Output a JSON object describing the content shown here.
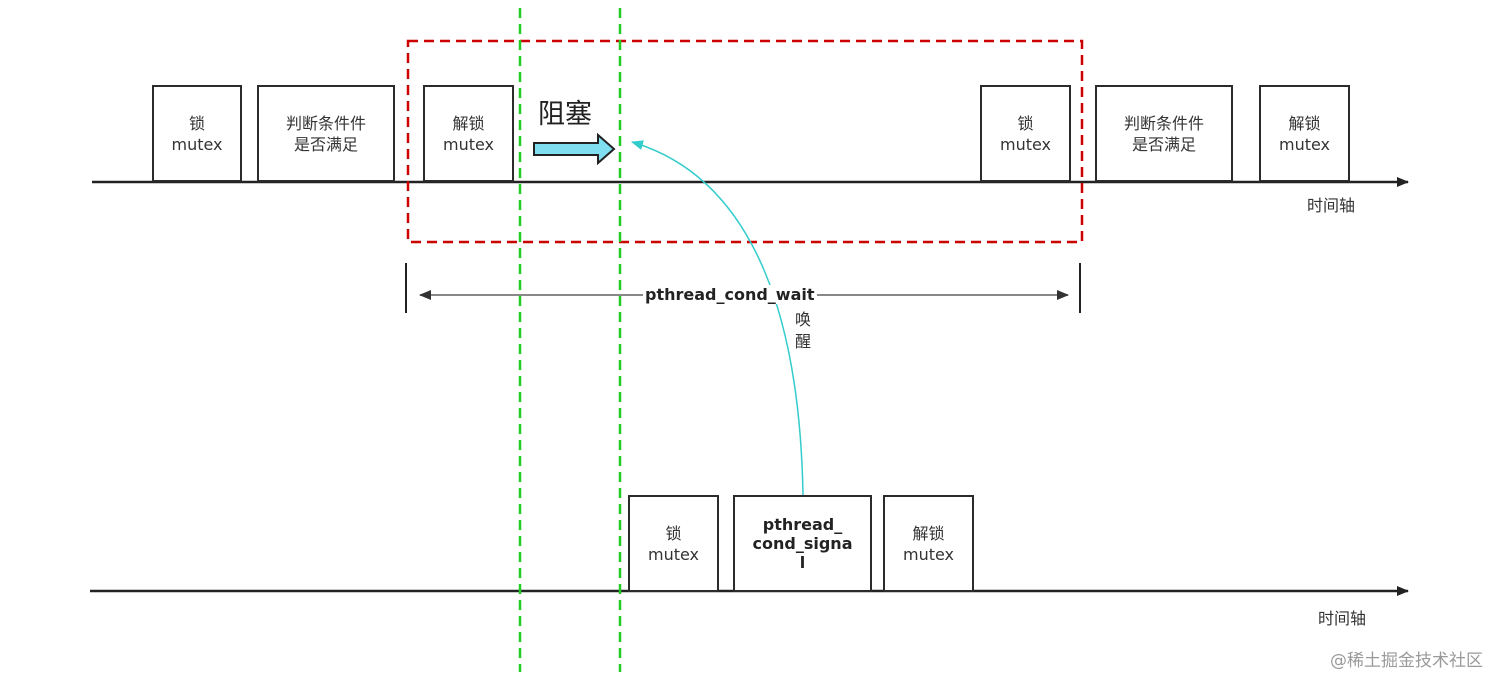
{
  "thread1": {
    "blocks": [
      {
        "line1": "锁",
        "line2": "mutex"
      },
      {
        "line1": "判断条件件",
        "line2": "是否满足"
      },
      {
        "line1": "解锁",
        "line2": "mutex"
      },
      {
        "line1": "锁",
        "line2": "mutex"
      },
      {
        "line1": "判断条件件",
        "line2": "是否满足"
      },
      {
        "line1": "解锁",
        "line2": "mutex"
      }
    ],
    "axis_label": "时间轴"
  },
  "blocked_label": "阻塞",
  "wait_label": "pthread_cond_wait",
  "wake_label": {
    "line1": "唤",
    "line2": "醒"
  },
  "thread2": {
    "blocks": [
      {
        "line1": "锁",
        "line2": "mutex"
      },
      {
        "line1": "pthread_",
        "line2": "cond_signa",
        "line3": "l"
      },
      {
        "line1": "解锁",
        "line2": "mutex"
      }
    ],
    "axis_label": "时间轴"
  },
  "watermark": "@稀土掘金技术社区",
  "colors": {
    "dashed_region": "#cc0000",
    "guide_lines": "#22cc22",
    "arrow_fill": "#7fdff0",
    "wake_curve": "#33cccc",
    "axis": "#222222"
  }
}
